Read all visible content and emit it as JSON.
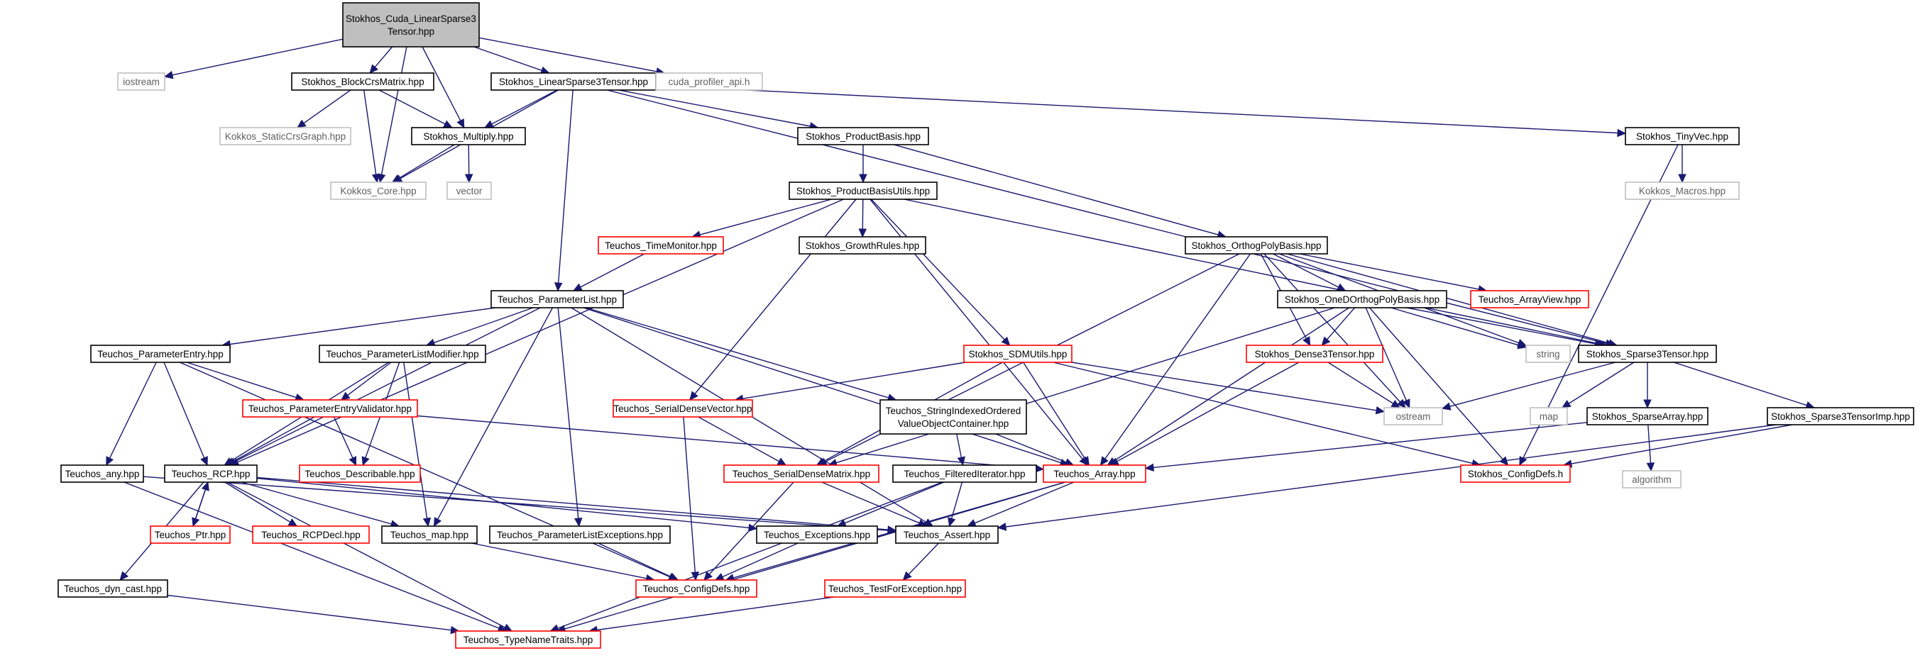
{
  "graph": {
    "title": "Stokhos_Cuda_LinearSparse3Tensor.hpp include dependency graph",
    "colors": {
      "edge": "#191970",
      "red_border": "#ff0000",
      "grey_border": "#bfbfbf",
      "root_fill": "#bfbfbf"
    },
    "nodes": [
      {
        "id": "root",
        "label": [
          "Stokhos_Cuda_LinearSparse3",
          "Tensor.hpp"
        ],
        "style": "root"
      },
      {
        "id": "iostream",
        "label": [
          "iostream"
        ],
        "style": "grey"
      },
      {
        "id": "blockcrs",
        "label": [
          "Stokhos_BlockCrsMatrix.hpp"
        ],
        "style": "black"
      },
      {
        "id": "linsparse",
        "label": [
          "Stokhos_LinearSparse3Tensor.hpp"
        ],
        "style": "black"
      },
      {
        "id": "cudaprof",
        "label": [
          "cuda_profiler_api.h"
        ],
        "style": "grey"
      },
      {
        "id": "staticcrs",
        "label": [
          "Kokkos_StaticCrsGraph.hpp"
        ],
        "style": "grey"
      },
      {
        "id": "multiply",
        "label": [
          "Stokhos_Multiply.hpp"
        ],
        "style": "black"
      },
      {
        "id": "kcore",
        "label": [
          "Kokkos_Core.hpp"
        ],
        "style": "grey"
      },
      {
        "id": "vector",
        "label": [
          "vector"
        ],
        "style": "grey"
      },
      {
        "id": "prodbasis",
        "label": [
          "Stokhos_ProductBasis.hpp"
        ],
        "style": "black"
      },
      {
        "id": "tinyvec",
        "label": [
          "Stokhos_TinyVec.hpp"
        ],
        "style": "black"
      },
      {
        "id": "kmacros",
        "label": [
          "Kokkos_Macros.hpp"
        ],
        "style": "grey"
      },
      {
        "id": "pbutils",
        "label": [
          "Stokhos_ProductBasisUtils.hpp"
        ],
        "style": "black"
      },
      {
        "id": "timemon",
        "label": [
          "Teuchos_TimeMonitor.hpp"
        ],
        "style": "red"
      },
      {
        "id": "growth",
        "label": [
          "Stokhos_GrowthRules.hpp"
        ],
        "style": "black"
      },
      {
        "id": "orthopoly",
        "label": [
          "Stokhos_OrthogPolyBasis.hpp"
        ],
        "style": "black"
      },
      {
        "id": "paramlist",
        "label": [
          "Teuchos_ParameterList.hpp"
        ],
        "style": "black"
      },
      {
        "id": "arrayview",
        "label": [
          "Teuchos_ArrayView.hpp"
        ],
        "style": "red"
      },
      {
        "id": "oned",
        "label": [
          "Stokhos_OneDOrthogPolyBasis.hpp"
        ],
        "style": "black"
      },
      {
        "id": "paramentry",
        "label": [
          "Teuchos_ParameterEntry.hpp"
        ],
        "style": "black"
      },
      {
        "id": "plmodifier",
        "label": [
          "Teuchos_ParameterListModifier.hpp"
        ],
        "style": "black"
      },
      {
        "id": "sdmutils",
        "label": [
          "Stokhos_SDMUtils.hpp"
        ],
        "style": "red"
      },
      {
        "id": "dense3",
        "label": [
          "Stokhos_Dense3Tensor.hpp"
        ],
        "style": "red"
      },
      {
        "id": "string",
        "label": [
          "string"
        ],
        "style": "grey"
      },
      {
        "id": "sparse3",
        "label": [
          "Stokhos_Sparse3Tensor.hpp"
        ],
        "style": "black"
      },
      {
        "id": "pevalidator",
        "label": [
          "Teuchos_ParameterEntryValidator.hpp"
        ],
        "style": "red"
      },
      {
        "id": "sdvector",
        "label": [
          "Teuchos_SerialDenseVector.hpp"
        ],
        "style": "red"
      },
      {
        "id": "strindexed",
        "label": [
          "Teuchos_StringIndexedOrdered",
          "ValueObjectContainer.hpp"
        ],
        "style": "black"
      },
      {
        "id": "ostream",
        "label": [
          "ostream"
        ],
        "style": "grey"
      },
      {
        "id": "map",
        "label": [
          "map"
        ],
        "style": "grey"
      },
      {
        "id": "sparsearray",
        "label": [
          "Stokhos_SparseArray.hpp"
        ],
        "style": "black"
      },
      {
        "id": "sparse3imp",
        "label": [
          "Stokhos_Sparse3TensorImp.hpp"
        ],
        "style": "black"
      },
      {
        "id": "any",
        "label": [
          "Teuchos_any.hpp"
        ],
        "style": "black"
      },
      {
        "id": "rcp",
        "label": [
          "Teuchos_RCP.hpp"
        ],
        "style": "black"
      },
      {
        "id": "describable",
        "label": [
          "Teuchos_Describable.hpp"
        ],
        "style": "red"
      },
      {
        "id": "sdmatrix",
        "label": [
          "Teuchos_SerialDenseMatrix.hpp"
        ],
        "style": "red"
      },
      {
        "id": "filtered",
        "label": [
          "Teuchos_FilteredIterator.hpp"
        ],
        "style": "black"
      },
      {
        "id": "array",
        "label": [
          "Teuchos_Array.hpp"
        ],
        "style": "red"
      },
      {
        "id": "configdefs_s",
        "label": [
          "Stokhos_ConfigDefs.h"
        ],
        "style": "red"
      },
      {
        "id": "algorithm",
        "label": [
          "algorithm"
        ],
        "style": "grey"
      },
      {
        "id": "ptr",
        "label": [
          "Teuchos_Ptr.hpp"
        ],
        "style": "red"
      },
      {
        "id": "rcpdecl",
        "label": [
          "Teuchos_RCPDecl.hpp"
        ],
        "style": "red"
      },
      {
        "id": "tmap",
        "label": [
          "Teuchos_map.hpp"
        ],
        "style": "black"
      },
      {
        "id": "plexceptions",
        "label": [
          "Teuchos_ParameterListExceptions.hpp"
        ],
        "style": "black"
      },
      {
        "id": "exceptions",
        "label": [
          "Teuchos_Exceptions.hpp"
        ],
        "style": "black"
      },
      {
        "id": "assert",
        "label": [
          "Teuchos_Assert.hpp"
        ],
        "style": "black"
      },
      {
        "id": "dyncast",
        "label": [
          "Teuchos_dyn_cast.hpp"
        ],
        "style": "black"
      },
      {
        "id": "configdefs_t",
        "label": [
          "Teuchos_ConfigDefs.hpp"
        ],
        "style": "red"
      },
      {
        "id": "testexc",
        "label": [
          "Teuchos_TestForException.hpp"
        ],
        "style": "red"
      },
      {
        "id": "typename",
        "label": [
          "Teuchos_TypeNameTraits.hpp"
        ],
        "style": "red"
      }
    ],
    "edges": [
      [
        "root",
        "iostream"
      ],
      [
        "root",
        "blockcrs"
      ],
      [
        "root",
        "linsparse"
      ],
      [
        "root",
        "cudaprof"
      ],
      [
        "root",
        "multiply"
      ],
      [
        "root",
        "kcore"
      ],
      [
        "blockcrs",
        "staticcrs"
      ],
      [
        "blockcrs",
        "multiply"
      ],
      [
        "blockcrs",
        "kcore"
      ],
      [
        "multiply",
        "kcore"
      ],
      [
        "multiply",
        "vector"
      ],
      [
        "linsparse",
        "multiply"
      ],
      [
        "linsparse",
        "kcore"
      ],
      [
        "linsparse",
        "prodbasis"
      ],
      [
        "linsparse",
        "tinyvec"
      ],
      [
        "linsparse",
        "paramlist"
      ],
      [
        "linsparse",
        "sparse3"
      ],
      [
        "tinyvec",
        "kmacros"
      ],
      [
        "tinyvec",
        "configdefs_s"
      ],
      [
        "prodbasis",
        "pbutils"
      ],
      [
        "prodbasis",
        "orthopoly"
      ],
      [
        "pbutils",
        "timemon"
      ],
      [
        "pbutils",
        "growth"
      ],
      [
        "pbutils",
        "rcp"
      ],
      [
        "pbutils",
        "sdvector"
      ],
      [
        "pbutils",
        "sdmutils"
      ],
      [
        "pbutils",
        "array"
      ],
      [
        "pbutils",
        "sparse3"
      ],
      [
        "timemon",
        "paramlist"
      ],
      [
        "orthopoly",
        "arrayview"
      ],
      [
        "orthopoly",
        "oned"
      ],
      [
        "orthopoly",
        "sdmatrix"
      ],
      [
        "orthopoly",
        "dense3"
      ],
      [
        "orthopoly",
        "array"
      ],
      [
        "orthopoly",
        "ostream"
      ],
      [
        "orthopoly",
        "string"
      ],
      [
        "orthopoly",
        "sparse3"
      ],
      [
        "oned",
        "sdmatrix"
      ],
      [
        "oned",
        "dense3"
      ],
      [
        "oned",
        "array"
      ],
      [
        "oned",
        "ostream"
      ],
      [
        "oned",
        "string"
      ],
      [
        "oned",
        "sparse3"
      ],
      [
        "oned",
        "configdefs_s"
      ],
      [
        "paramlist",
        "paramentry"
      ],
      [
        "paramlist",
        "plmodifier"
      ],
      [
        "paramlist",
        "rcp"
      ],
      [
        "paramlist",
        "strindexed"
      ],
      [
        "paramlist",
        "array"
      ],
      [
        "paramlist",
        "tmap"
      ],
      [
        "paramlist",
        "plexceptions"
      ],
      [
        "paramlist",
        "assert"
      ],
      [
        "paramentry",
        "pevalidator"
      ],
      [
        "paramentry",
        "rcp"
      ],
      [
        "paramentry",
        "any"
      ],
      [
        "paramentry",
        "configdefs_t"
      ],
      [
        "plmodifier",
        "pevalidator"
      ],
      [
        "plmodifier",
        "rcp"
      ],
      [
        "plmodifier",
        "describable"
      ],
      [
        "plmodifier",
        "tmap"
      ],
      [
        "pevalidator",
        "describable"
      ],
      [
        "pevalidator",
        "rcp"
      ],
      [
        "pevalidator",
        "array"
      ],
      [
        "sdmutils",
        "sdvector"
      ],
      [
        "sdmutils",
        "sdmatrix"
      ],
      [
        "sdmutils",
        "array"
      ],
      [
        "sdmutils",
        "ostream"
      ],
      [
        "sdmutils",
        "configdefs_s"
      ],
      [
        "dense3",
        "ostream"
      ],
      [
        "dense3",
        "array"
      ],
      [
        "sparse3",
        "ostream"
      ],
      [
        "sparse3",
        "map"
      ],
      [
        "sparse3",
        "sparsearray"
      ],
      [
        "sparse3",
        "sparse3imp"
      ],
      [
        "sparsearray",
        "array"
      ],
      [
        "sparsearray",
        "algorithm"
      ],
      [
        "sparse3imp",
        "configdefs_s"
      ],
      [
        "sparse3imp",
        "assert"
      ],
      [
        "sdvector",
        "sdmatrix"
      ],
      [
        "sdvector",
        "configdefs_t"
      ],
      [
        "strindexed",
        "filtered"
      ],
      [
        "strindexed",
        "array"
      ],
      [
        "sdmatrix",
        "configdefs_t"
      ],
      [
        "sdmatrix",
        "assert"
      ],
      [
        "filtered",
        "exceptions"
      ],
      [
        "filtered",
        "assert"
      ],
      [
        "filtered",
        "typename"
      ],
      [
        "array",
        "assert"
      ],
      [
        "array",
        "configdefs_t"
      ],
      [
        "array",
        "typename"
      ],
      [
        "any",
        "assert"
      ],
      [
        "any",
        "typename"
      ],
      [
        "rcp",
        "ptr"
      ],
      [
        "rcp",
        "rcpdecl"
      ],
      [
        "rcp",
        "tmap"
      ],
      [
        "rcp",
        "exceptions"
      ],
      [
        "rcp",
        "assert"
      ],
      [
        "rcp",
        "dyncast"
      ],
      [
        "rcp",
        "typename"
      ],
      [
        "ptr",
        "rcp"
      ],
      [
        "tmap",
        "configdefs_t"
      ],
      [
        "plexceptions",
        "configdefs_t"
      ],
      [
        "exceptions",
        "configdefs_t"
      ],
      [
        "assert",
        "testexc"
      ],
      [
        "testexc",
        "typename"
      ],
      [
        "dyncast",
        "typename"
      ]
    ]
  }
}
